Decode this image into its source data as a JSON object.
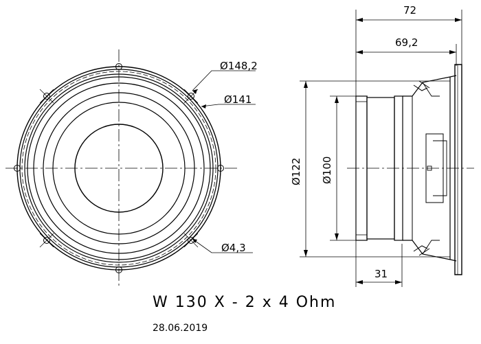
{
  "front_view": {
    "dim_outer": "Ø148,2",
    "dim_holes_circle": "Ø141",
    "dim_hole": "Ø4,3"
  },
  "side_view": {
    "dim_total_depth": "72",
    "dim_body_depth": "69,2",
    "dim_cone_diameter": "Ø122",
    "dim_magnet_diameter": "Ø100",
    "dim_magnet_depth": "31"
  },
  "model": "W 130 X - 2 x 4 Ohm",
  "date": "28.06.2019",
  "colors": {
    "ink": "#000000",
    "background": "#ffffff"
  }
}
